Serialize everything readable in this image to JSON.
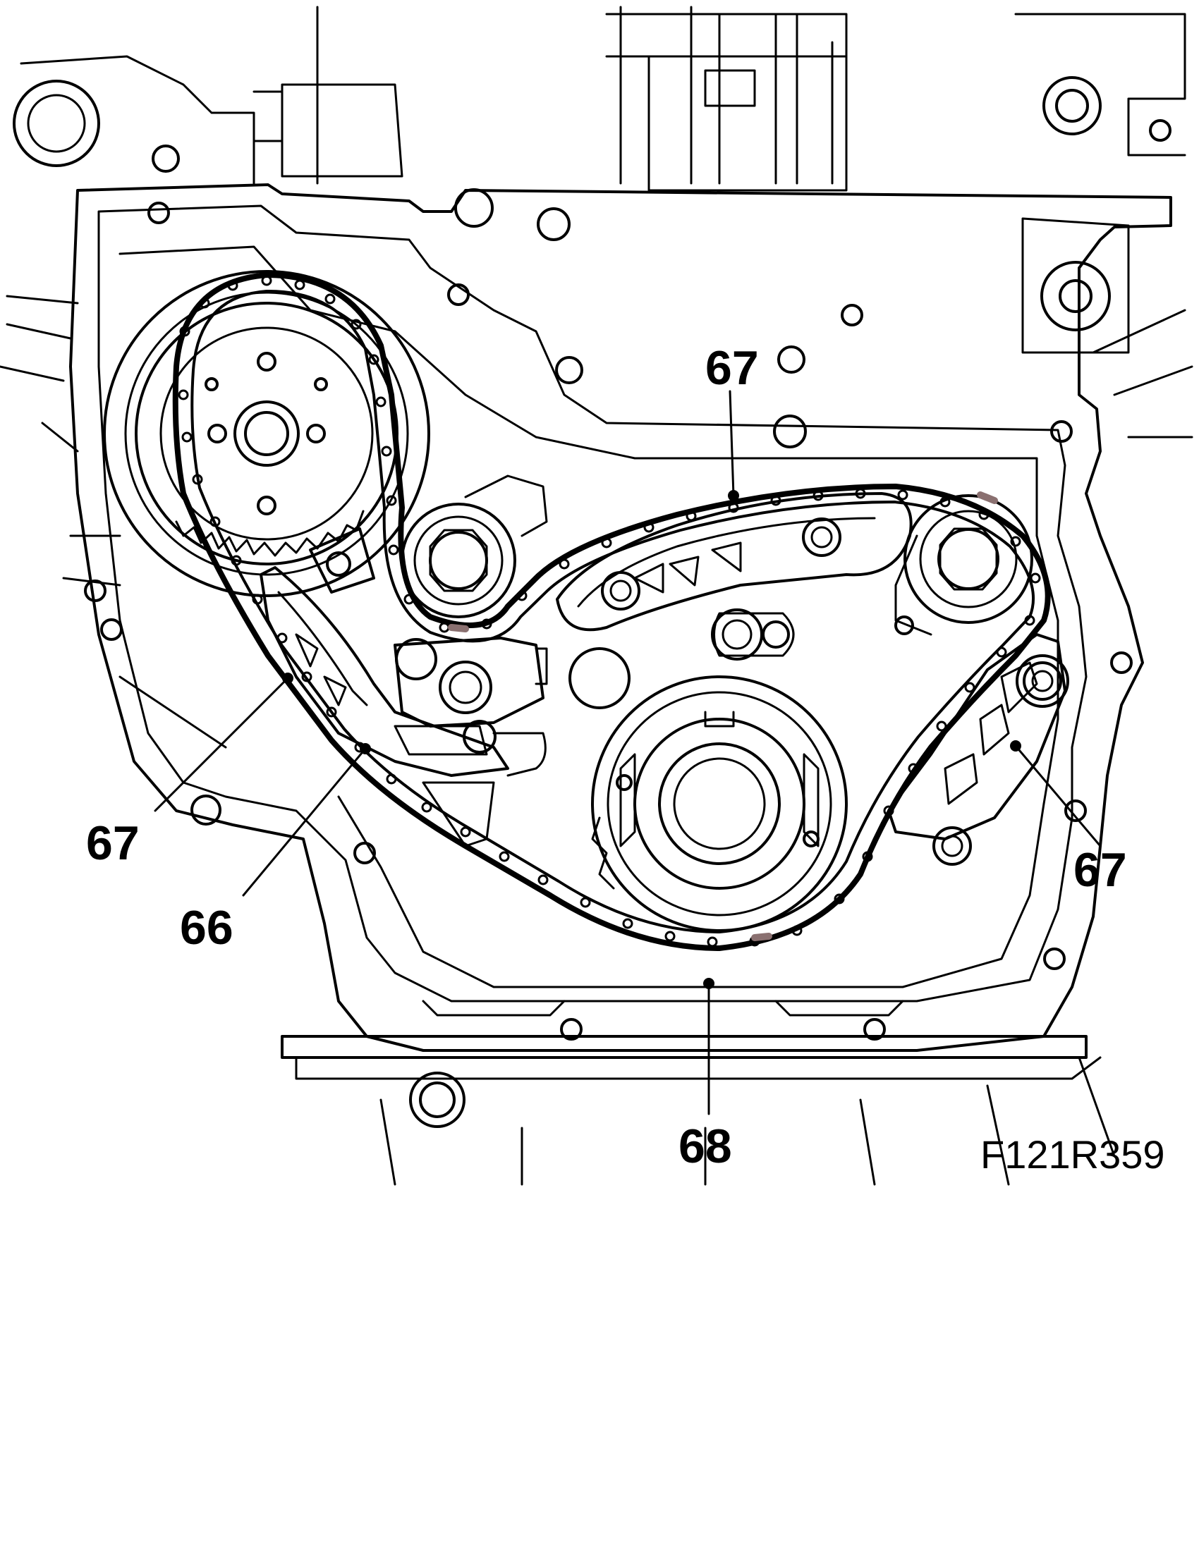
{
  "figure": {
    "code": "F121R359"
  },
  "callouts": {
    "top_guide": "67",
    "left_guide": "67",
    "right_guide": "67",
    "tensioner_rail": "66",
    "chain": "68"
  },
  "colors": {
    "ink": "#000000",
    "paper": "#ffffff",
    "wear_mark": "#8a7070"
  }
}
